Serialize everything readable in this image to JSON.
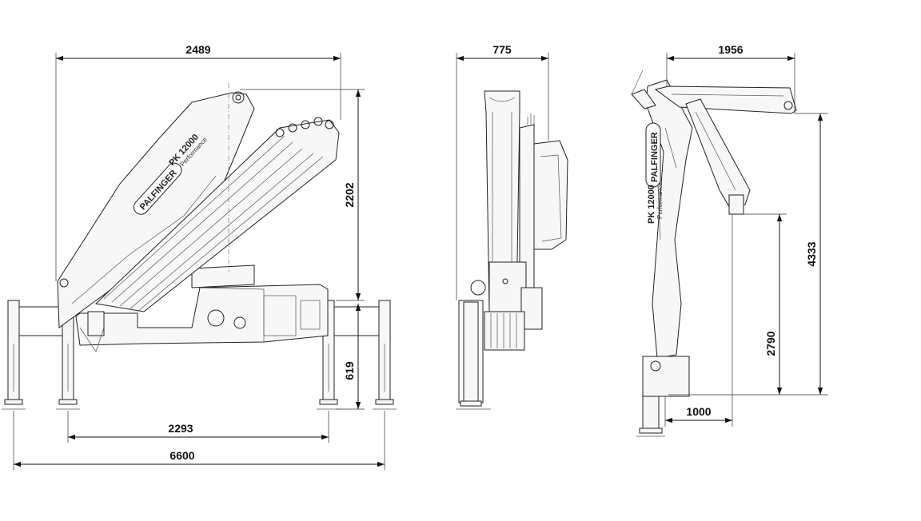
{
  "drawing": {
    "dimensions": {
      "overall_width": "2489",
      "reach_height": "2202",
      "leg_height": "619",
      "leg_span": "2293",
      "total_span": "6600",
      "side_width": "775",
      "folded_reach": "1956",
      "max_height": "4333",
      "mid_height": "2790",
      "base_offset": "1000"
    },
    "brand": {
      "name": "PALFINGER",
      "model": "PK 12000",
      "variant": "Performance"
    }
  }
}
